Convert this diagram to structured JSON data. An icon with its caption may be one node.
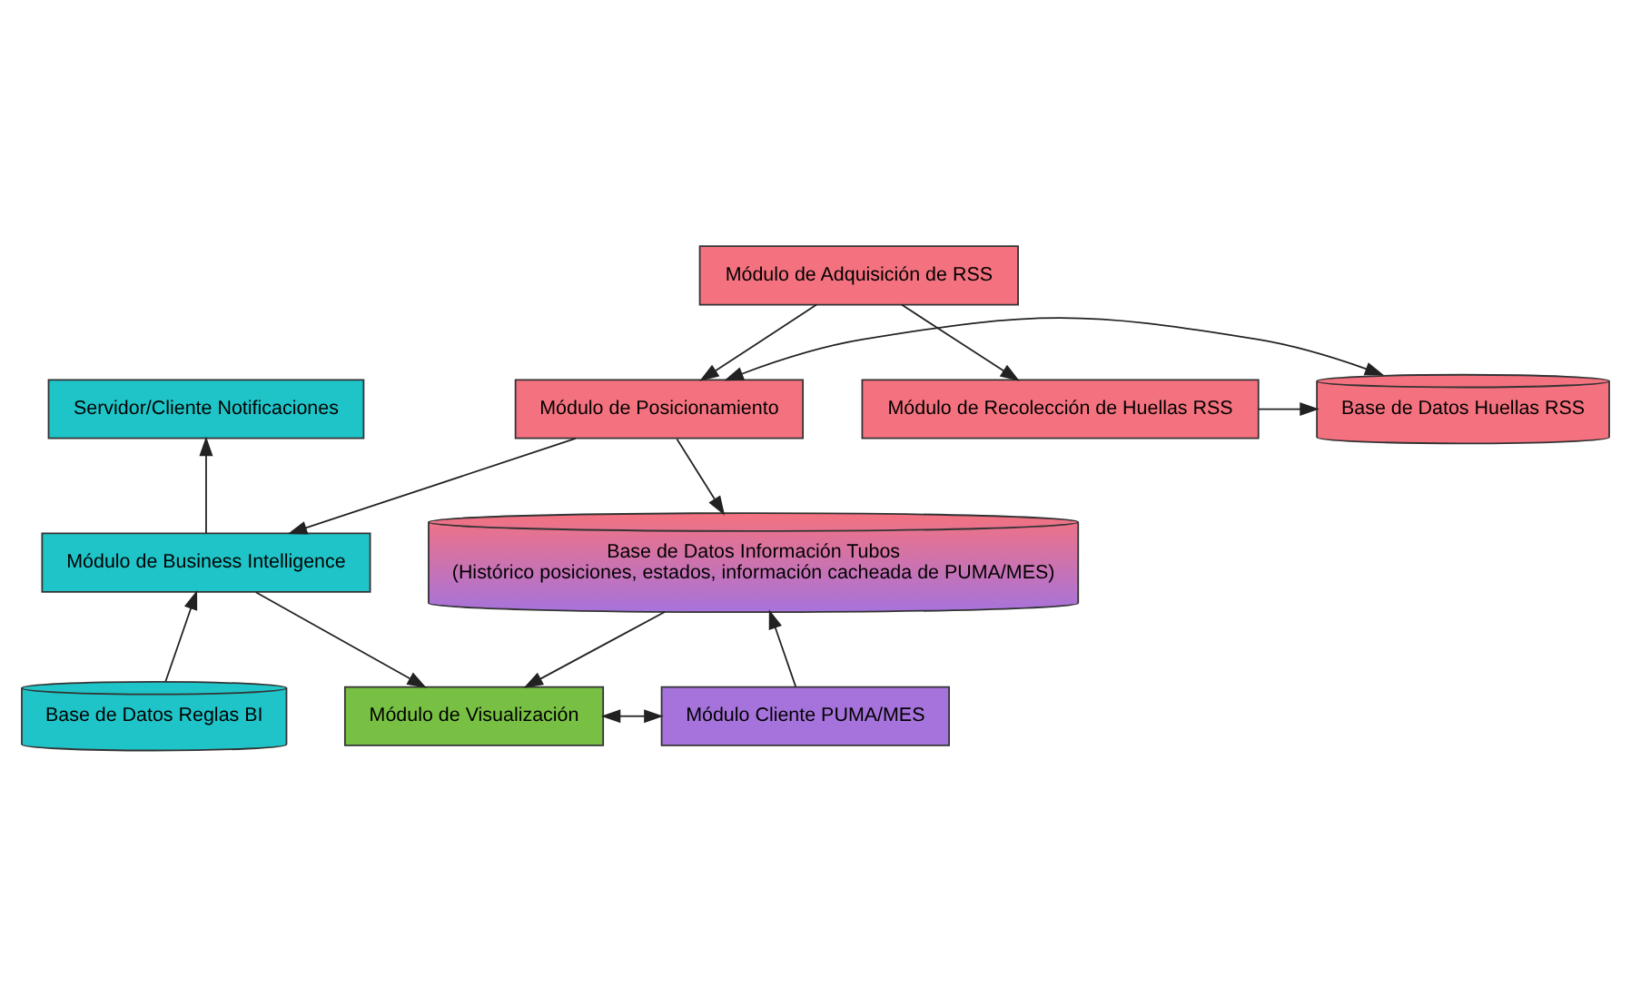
{
  "diagram": {
    "nodes": [
      {
        "text": [
          "Módulo de Adquisición de RSS"
        ]
      },
      {
        "text": [
          "Servidor/Cliente Notificaciones"
        ]
      },
      {
        "text": [
          "Módulo de Posicionamiento"
        ]
      },
      {
        "text": [
          "Base de Datos Huellas RSS"
        ]
      },
      {
        "text": [
          "Módulo de Recolección de Huellas RSS"
        ]
      },
      {
        "text": [
          "Módulo de Business Intelligence"
        ]
      },
      {
        "text": [
          "Base de Datos Información Tubos",
          "(Histórico posiciones, estados, información cacheada de PUMA/MES)"
        ]
      },
      {
        "text": [
          "Base de Datos Reglas BI"
        ]
      },
      {
        "text": [
          "Módulo de Visualización"
        ]
      },
      {
        "text": [
          "Módulo Cliente PUMA/MES"
        ]
      }
    ],
    "edges": [
      {
        "from": 0,
        "to": 2,
        "arrow": "to"
      },
      {
        "from": 0,
        "to": 4,
        "arrow": "to"
      },
      {
        "from": 2,
        "to": 3,
        "arrow": "both"
      },
      {
        "from": 4,
        "to": 3,
        "arrow": "to"
      },
      {
        "from": 2,
        "to": 5,
        "arrow": "to"
      },
      {
        "from": 2,
        "to": 6,
        "arrow": "to"
      },
      {
        "from": 5,
        "to": 1,
        "arrow": "to"
      },
      {
        "from": 7,
        "to": 5,
        "arrow": "to"
      },
      {
        "from": 5,
        "to": 8,
        "arrow": "to"
      },
      {
        "from": 6,
        "to": 8,
        "arrow": "to"
      },
      {
        "from": 8,
        "to": 9,
        "arrow": "both"
      },
      {
        "from": 9,
        "to": 6,
        "arrow": "to"
      }
    ]
  }
}
